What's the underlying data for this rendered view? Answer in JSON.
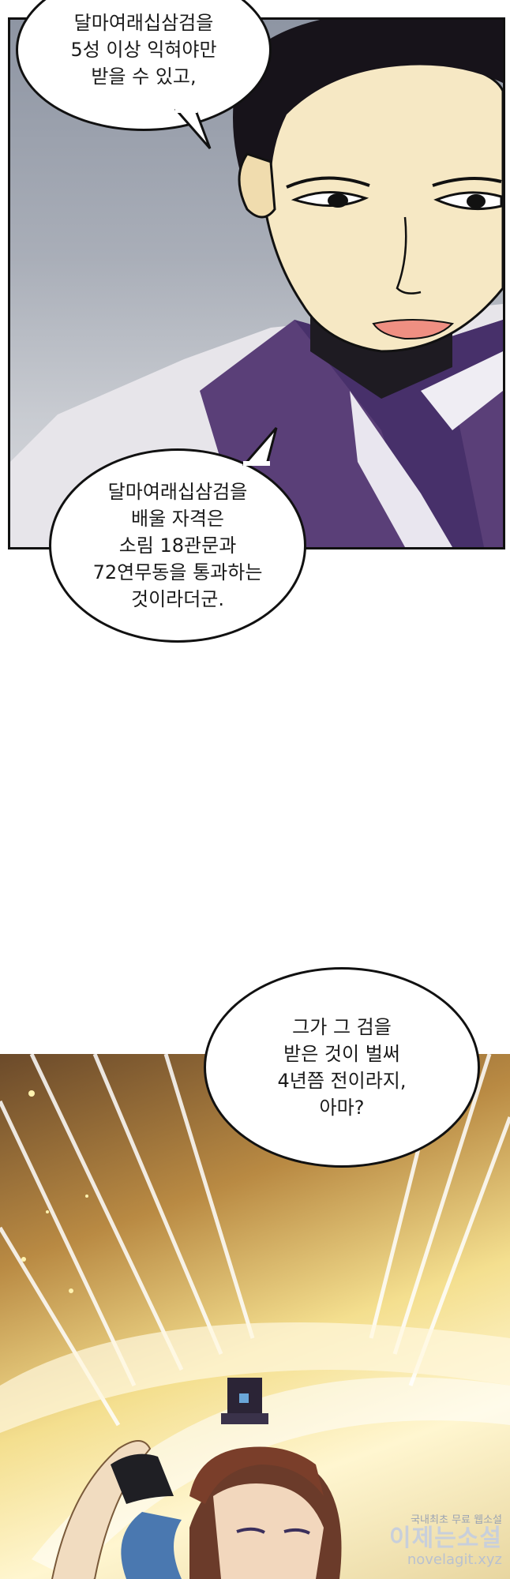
{
  "bubbles": [
    {
      "lines": [
        "달마여래십삼검을",
        "5성 이상 익혀야만",
        "받을 수 있고,"
      ]
    },
    {
      "lines": [
        "달마여래십삼검을",
        "배울 자격은",
        "소림 18관문과",
        "72연무동을 통과하는",
        "것이라더군."
      ]
    },
    {
      "lines": [
        "그가 그 검을",
        "받은 것이 벌써",
        "4년쯤 전이라지,",
        "아마?"
      ]
    }
  ],
  "watermark": {
    "top": "국내최초 무료 웹소설",
    "mid": "이제는소설",
    "bottom": "novelagit.xyz"
  }
}
